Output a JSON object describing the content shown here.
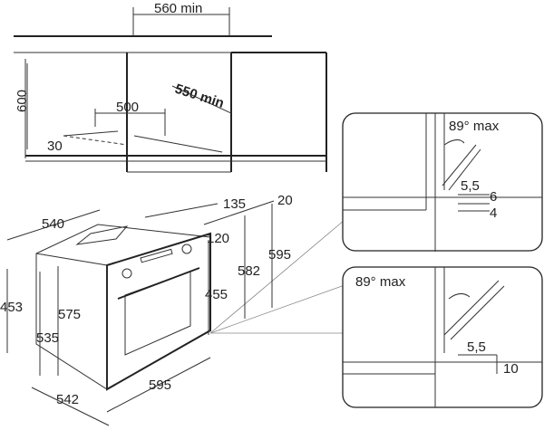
{
  "niche_view": {
    "width_min": "560 min",
    "height": "600",
    "depth": "500",
    "depth_min": "550 min",
    "vent_angle": "30"
  },
  "oven_dimensions": {
    "overall_depth": "540",
    "panel_depth": "135",
    "door_thickness": "20",
    "panel_height": "120",
    "total_height": "595",
    "cavity_height": "582",
    "side_height": "453",
    "body_height": "575",
    "door_height": "455",
    "body_depth": "535",
    "base_depth": "542",
    "front_width": "595"
  },
  "detail_top": {
    "angle": "89° max",
    "gap": "5,5",
    "offset_a": "6",
    "offset_b": "4"
  },
  "detail_bottom": {
    "angle": "89° max",
    "gap": "5,5",
    "offset": "10"
  }
}
